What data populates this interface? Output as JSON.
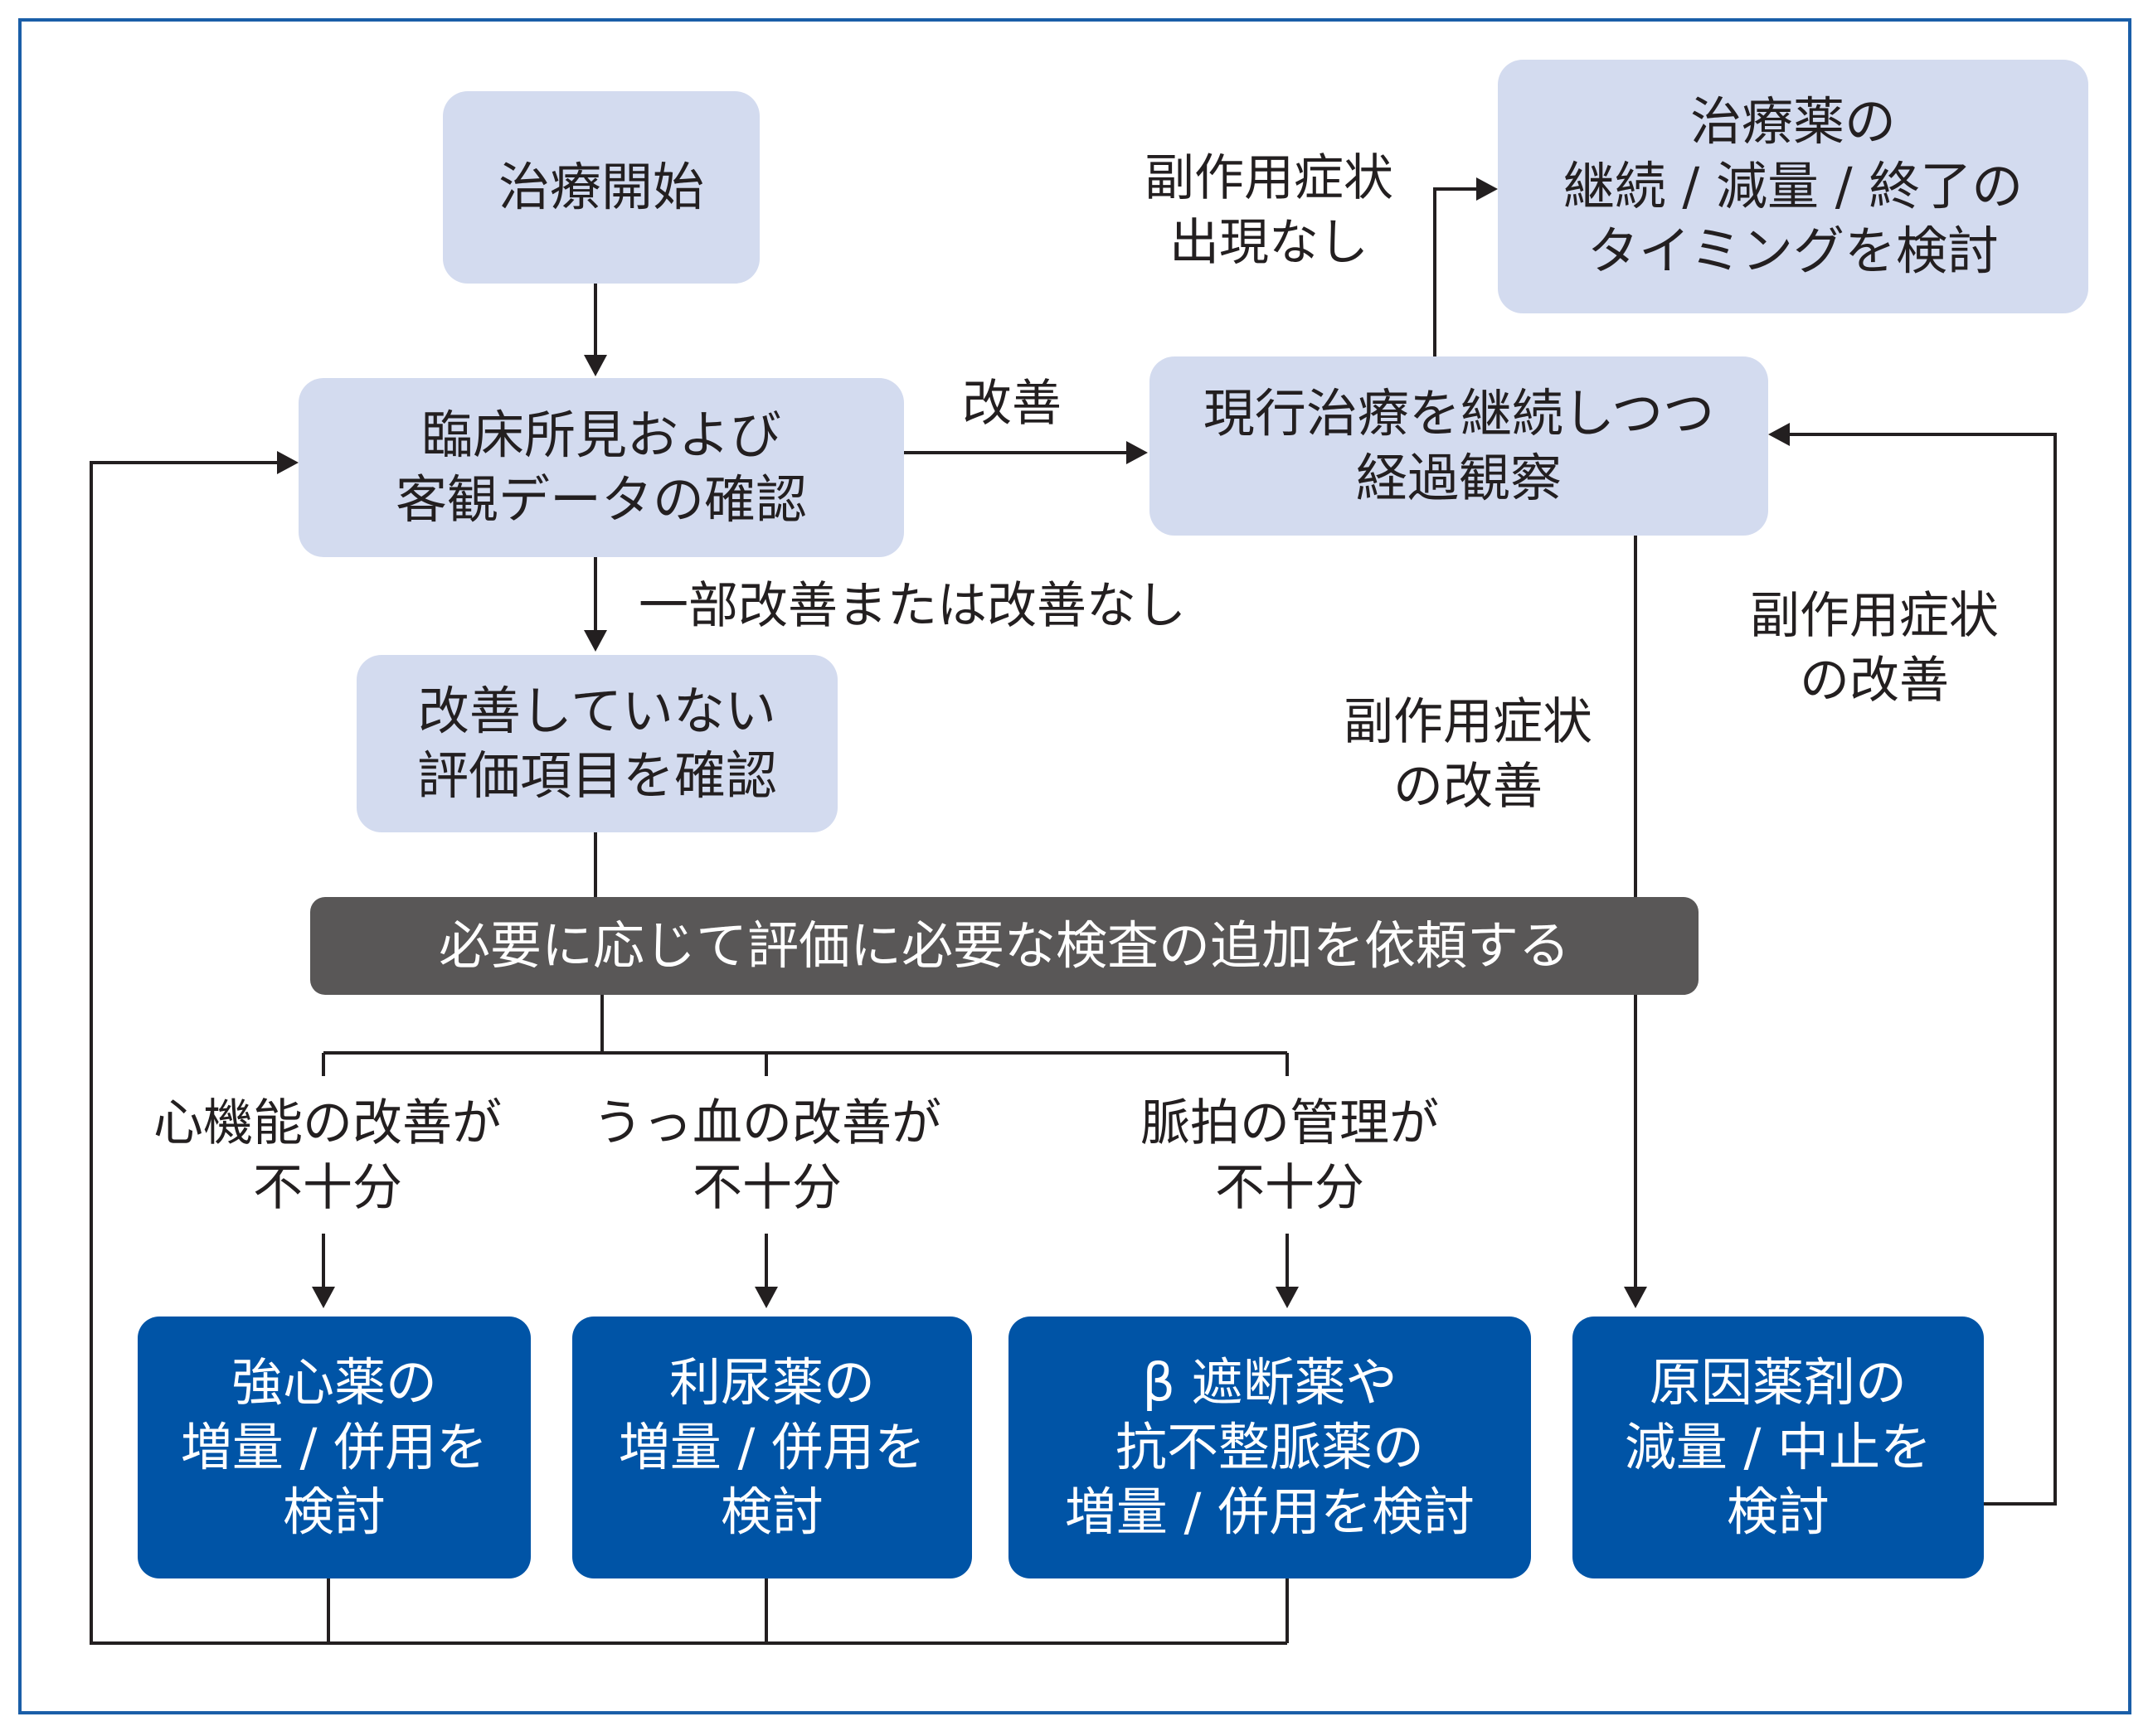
{
  "nodes": {
    "start": "治療開始",
    "check_findings": "臨床所見および\n客観データの確認",
    "continue_observe": "現行治療を継続しつつ\n経過観察",
    "timing": "治療薬の\n継続 / 減量 / 終了の\nタイミングを検討",
    "check_items": "改善していない\n評価項目を確認",
    "add_tests": "必要に応じて評価に必要な検査の追加を依頼する",
    "inotrope": "強心薬の\n増量 / 併用を\n検討",
    "diuretic": "利尿薬の\n増量 / 併用を\n検討",
    "beta_blocker": "β 遮断薬や\n抗不整脈薬の\n増量 / 併用を検討",
    "causative_drug": "原因薬剤の\n減量 / 中止を\n検討"
  },
  "edge_labels": {
    "improved": "改善",
    "partial_or_none": "一部改善または改善なし",
    "no_side_effects": "副作用症状\n出現なし",
    "side_effect_improved_left": "副作用症状\nの改善",
    "side_effect_improved_right": "副作用症状\nの改善",
    "cardiac_insufficient": "心機能の改善が\n不十分",
    "congestion_insufficient": "うっ血の改善が\n不十分",
    "pulse_insufficient": "脈拍の管理が\n不十分"
  },
  "colors": {
    "border": "#1a5ea8",
    "light_box": "#d3dbef",
    "dark_box": "#595757",
    "blue_box": "#0054a6",
    "line": "#231f20"
  }
}
